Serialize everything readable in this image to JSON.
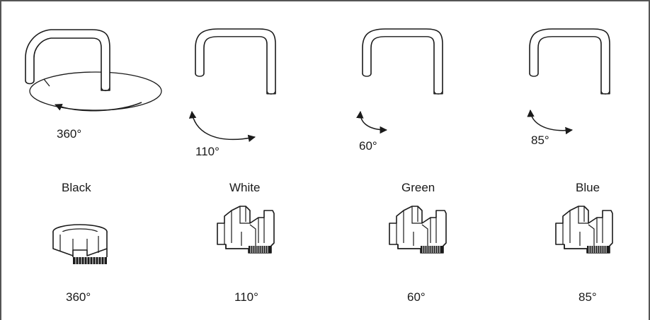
{
  "spouts": [
    {
      "rotation": "360°"
    },
    {
      "rotation": "110°"
    },
    {
      "rotation": "60°"
    },
    {
      "rotation": "85°"
    }
  ],
  "stops": [
    {
      "color_name": "Black",
      "rotation": "360°"
    },
    {
      "color_name": "White",
      "rotation": "110°"
    },
    {
      "color_name": "Green",
      "rotation": "60°"
    },
    {
      "color_name": "Blue",
      "rotation": "85°"
    }
  ],
  "colors": {
    "line": "#1a1a1a",
    "fill": "#ffffff",
    "frame": "#555555"
  }
}
